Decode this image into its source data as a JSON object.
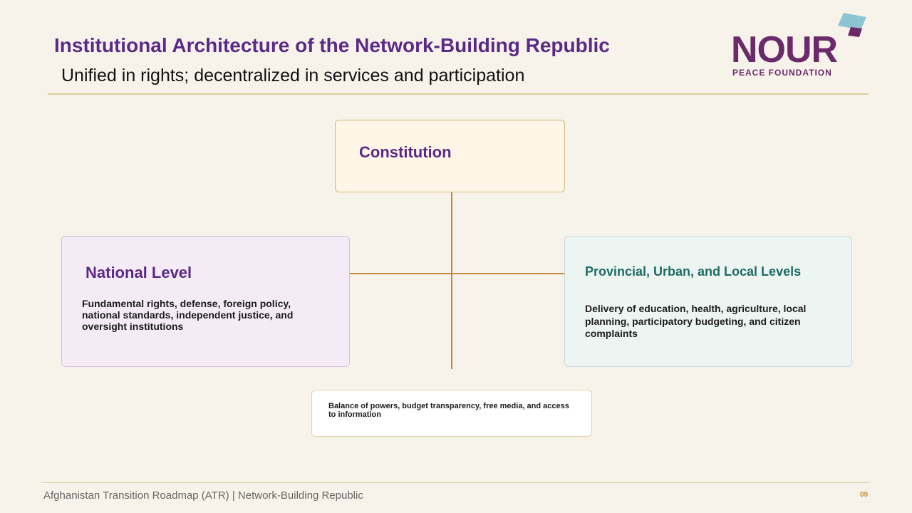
{
  "header": {
    "title": "Institutional Architecture of the Network-Building Republic",
    "subtitle": "Unified in rights; decentralized in services and participation"
  },
  "logo": {
    "word": "NOUR",
    "tagline": "PEACE FOUNDATION",
    "icon": "nour-logo-mark-icon",
    "colors": {
      "primary": "#6b2a6b",
      "accent": "#8cc4d2"
    }
  },
  "diagram": {
    "constitution": {
      "label": "Constitution"
    },
    "national": {
      "label": "National Level",
      "description": "Fundamental rights, defense, foreign policy, national standards, independent justice, and oversight institutions"
    },
    "local": {
      "label": "Provincial, Urban, and Local Levels",
      "description": "Delivery of education, health, agriculture, local planning, participatory budgeting, and citizen complaints"
    },
    "balance": {
      "description": "Balance of powers, budget transparency, free media, and access to information"
    },
    "colors": {
      "title": "#5b2a86",
      "local_title": "#1e6b60",
      "connector": "#c08a3e"
    }
  },
  "footer": {
    "text": "Afghanistan Transition Roadmap (ATR)  |  Network-Building Republic",
    "page_number": "09"
  }
}
